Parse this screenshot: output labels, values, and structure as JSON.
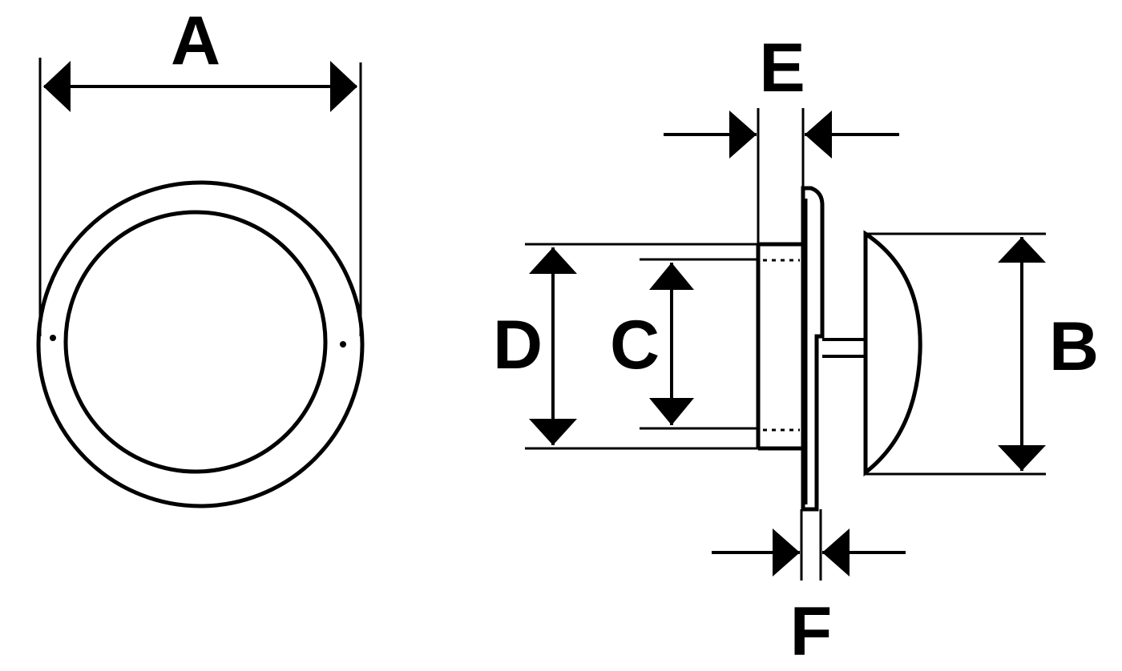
{
  "labels": {
    "a": "A",
    "b": "B",
    "c": "C",
    "d": "D",
    "e": "E",
    "f": "F"
  },
  "colors": {
    "stroke": "#000000",
    "background": "#ffffff"
  }
}
